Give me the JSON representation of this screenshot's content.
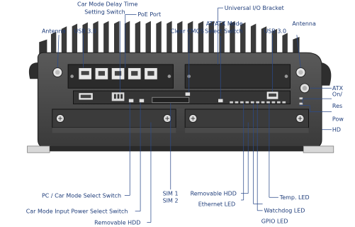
{
  "diagram": {
    "callouts": {
      "delay_line1": "Car Mode Delay Time",
      "delay_line2": "Setting Switch",
      "poe": "PoE Port",
      "universal_io": "Universal I/O Bracket",
      "antenna_left": "Antenna",
      "usb_left": "USB 3.0",
      "clear_cmos": "Clear CMOS",
      "atx_line1": "AT/ATX Mode",
      "atx_line2": "Select Switch",
      "usb_right": "USB 3.0",
      "antenna_right": "Antenna",
      "atx_on_line1": "ATX",
      "atx_on_line2": "On/",
      "reset": "Res",
      "power": "Pow",
      "hdd_right": "HD",
      "pc_car_mode": "PC / Car Mode Select Switch",
      "car_mode_input_power": "Car Mode Input Power Select Switch",
      "removable_hdd_left": "Removable HDD",
      "sim1": "SIM 1",
      "sim2": "SIM 2",
      "removable_hdd_right": "Removable HDD",
      "ethernet_led": "Ethernet LED",
      "temp_led": "Temp. LED",
      "watchdog_led": "Watchdog LED",
      "gpio_led": "GPIO LED"
    }
  }
}
